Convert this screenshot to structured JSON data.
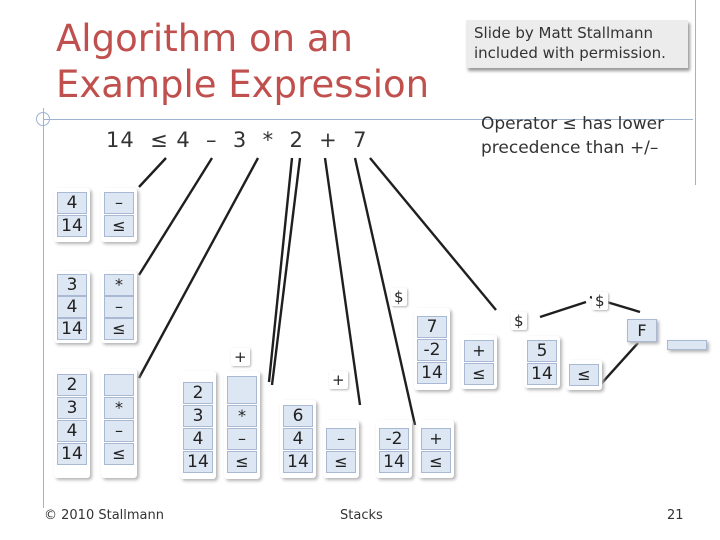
{
  "title": [
    "Algorithm on an",
    "Example Expression"
  ],
  "credit": [
    "Slide by Matt Stallmann",
    "included with permission."
  ],
  "op_note": [
    "Operator ≤ has lower",
    "precedence than +/–"
  ],
  "expression": "14  ≤ 4  –  3  *  2  +  7",
  "stacks": [
    {
      "id": "s1",
      "values": [
        "4",
        "14"
      ],
      "ops": [
        "–",
        "≤"
      ]
    },
    {
      "id": "s2",
      "values": [
        "3",
        "4",
        "14"
      ],
      "ops": [
        "*",
        "–",
        "≤"
      ]
    },
    {
      "id": "s3",
      "values": [
        "2",
        "3",
        "4",
        "14"
      ],
      "ops": [
        "*",
        "–",
        "≤"
      ]
    },
    {
      "id": "s4",
      "values": [
        "2",
        "3",
        "4",
        "14"
      ],
      "ops": [
        "*",
        "–",
        "≤"
      ]
    },
    {
      "id": "s5",
      "values": [
        "6",
        "4",
        "14"
      ],
      "ops": [
        "–",
        "≤"
      ]
    },
    {
      "id": "s6",
      "values": [
        "-2",
        "14"
      ],
      "ops": [
        "+",
        "≤"
      ]
    },
    {
      "id": "s7",
      "values": [
        "7",
        "-2",
        "14"
      ],
      "ops": [
        "+",
        "≤"
      ]
    },
    {
      "id": "s8",
      "values": [
        "5",
        "14"
      ],
      "ops": [
        "≤"
      ]
    }
  ],
  "markers": {
    "plus_a": "+",
    "plus_b": "+",
    "dollar_a": "$",
    "dollar_b": "$",
    "dollar_c": "$"
  },
  "final": "F",
  "footer": {
    "copyright": "© 2010 Stallmann",
    "center": "Stacks",
    "page": "21"
  }
}
